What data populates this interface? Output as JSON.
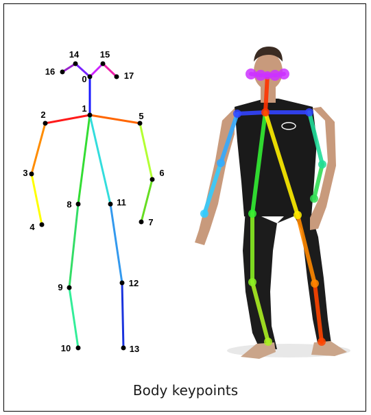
{
  "caption": "Body keypoints",
  "keypoint_labels": [
    "0",
    "1",
    "2",
    "3",
    "4",
    "5",
    "6",
    "7",
    "8",
    "9",
    "10",
    "11",
    "12",
    "13",
    "14",
    "15",
    "16",
    "17"
  ],
  "limbs": [
    {
      "from": 0,
      "to": 1,
      "color": "#1a1aff"
    },
    {
      "from": 1,
      "to": 2,
      "color": "#ff1a1a"
    },
    {
      "from": 2,
      "to": 3,
      "color": "#ff8c00"
    },
    {
      "from": 3,
      "to": 4,
      "color": "#ffff00"
    },
    {
      "from": 1,
      "to": 5,
      "color": "#ff6600"
    },
    {
      "from": 5,
      "to": 6,
      "color": "#b3ff33"
    },
    {
      "from": 6,
      "to": 7,
      "color": "#66dd22"
    },
    {
      "from": 1,
      "to": 8,
      "color": "#33dd33"
    },
    {
      "from": 8,
      "to": 9,
      "color": "#33dd66"
    },
    {
      "from": 9,
      "to": 10,
      "color": "#33ee99"
    },
    {
      "from": 1,
      "to": 11,
      "color": "#33dddd"
    },
    {
      "from": 11,
      "to": 12,
      "color": "#3399ee"
    },
    {
      "from": 12,
      "to": 13,
      "color": "#1a33dd"
    },
    {
      "from": 0,
      "to": 14,
      "color": "#7722ff"
    },
    {
      "from": 14,
      "to": 16,
      "color": "#9922cc"
    },
    {
      "from": 0,
      "to": 15,
      "color": "#cc22ff"
    },
    {
      "from": 15,
      "to": 17,
      "color": "#ee22aa"
    }
  ],
  "photo_skeleton_colors": {
    "head": "#cc33ff",
    "neck": "#ff3300",
    "shoulders": "#3344ff",
    "right_upper_arm": "#33aaff",
    "right_forearm": "#33ccff",
    "left_upper_arm": "#22dd99",
    "left_forearm": "#33dd55",
    "right_torso": "#33ee33",
    "right_thigh": "#88ee22",
    "right_shin": "#aaee22",
    "left_torso": "#ffee00",
    "left_thigh": "#ff8800",
    "left_shin": "#ff4400"
  }
}
